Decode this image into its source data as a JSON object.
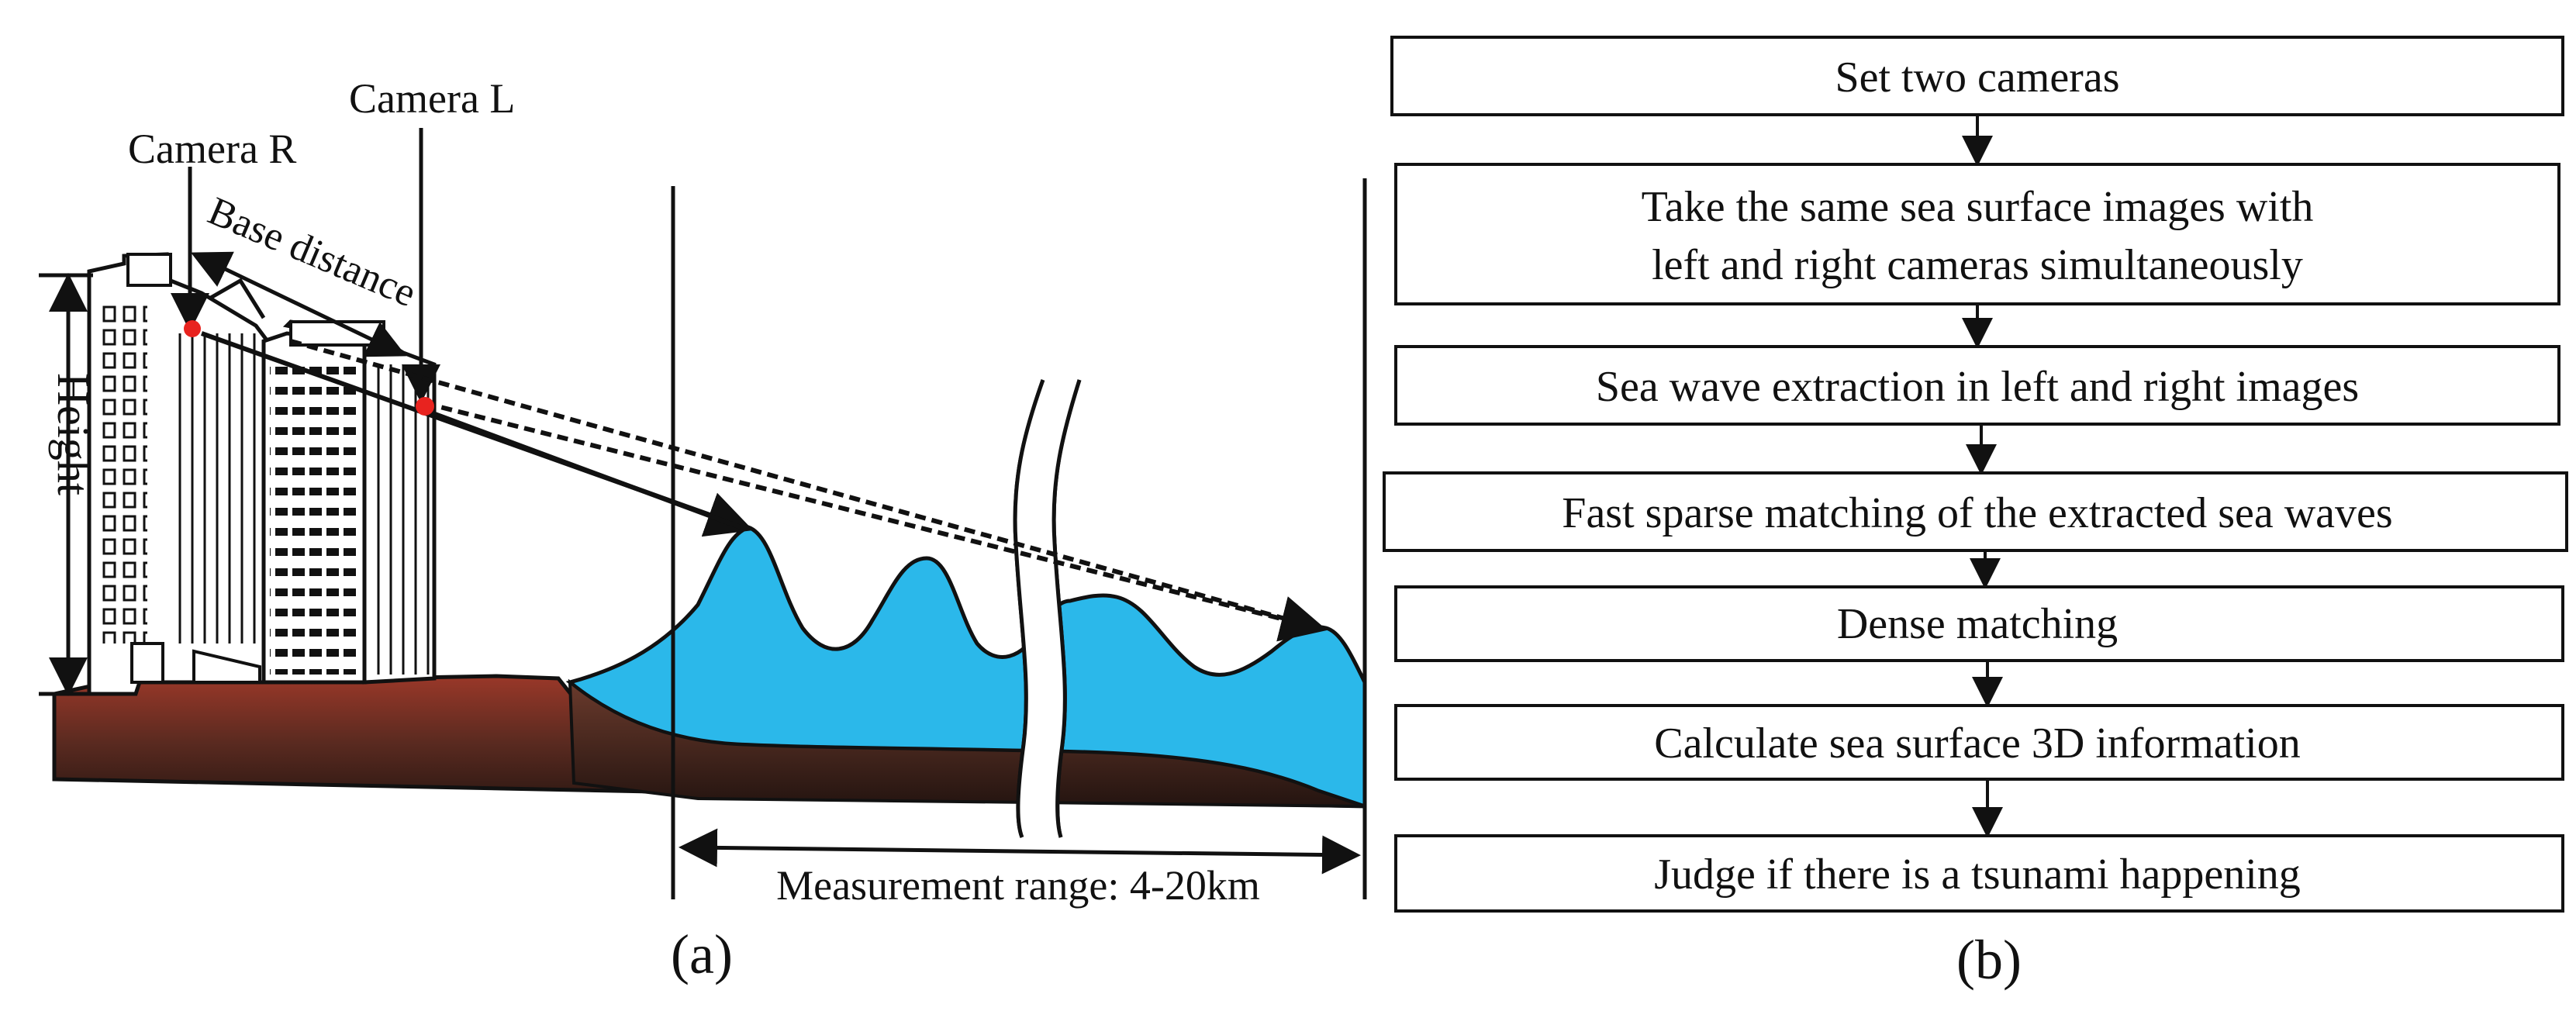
{
  "panel_a": {
    "camera_r": "Camera R",
    "camera_l": "Camera L",
    "base_distance": "Base distance",
    "height": "Height",
    "measurement_range": "Measurement range: 4-20km",
    "caption": "(a)"
  },
  "panel_b": {
    "steps": [
      [
        "Set two cameras"
      ],
      [
        "Take the same sea surface images with",
        "left and right cameras simultaneously"
      ],
      [
        "Sea wave extraction in left and right images"
      ],
      [
        "Fast sparse matching of the extracted sea waves"
      ],
      [
        "Dense matching"
      ],
      [
        "Calculate sea surface 3D information"
      ],
      [
        "Judge if there is a tsunami happening"
      ]
    ],
    "caption": "(b)"
  },
  "colors": {
    "sea": "#2bb8ea",
    "ground_top": "#a43a2a",
    "ground_bottom": "#2a1712",
    "camera_dot": "#e8231f",
    "line": "#111111"
  }
}
